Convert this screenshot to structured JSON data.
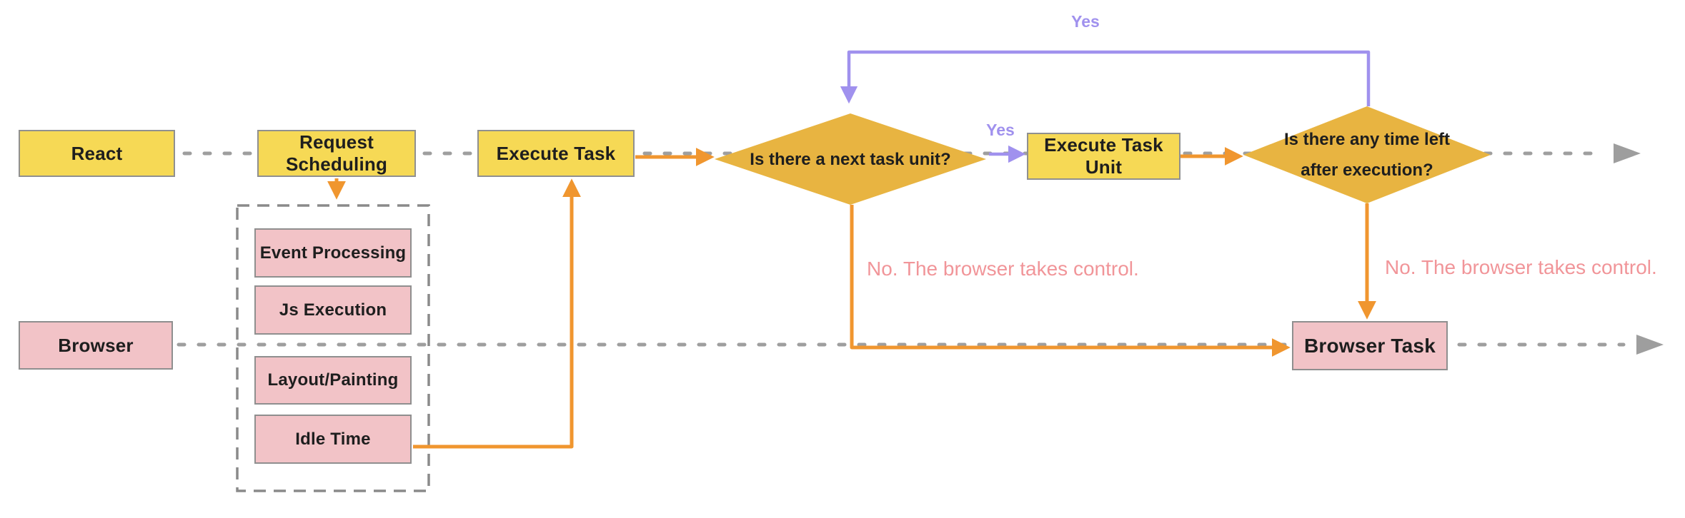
{
  "colors": {
    "yellow-fill": "#F6D955",
    "yellow-border": "#909090",
    "pink-fill": "#F2C3C7",
    "pink-border": "#8F8F8F",
    "gold-fill": "#E8B441",
    "orange-arrow": "#F0962F",
    "purple-arrow": "#A091EE",
    "pink-text": "#F19599",
    "gray-line": "#9E9E9E",
    "container-border": "#8A8A8A",
    "text-dark": "#1E1E1E"
  },
  "lanes": {
    "react": {
      "label": "React"
    },
    "browser": {
      "label": "Browser"
    }
  },
  "nodes": {
    "request_scheduling": {
      "label": "Request Scheduling"
    },
    "execute_task": {
      "label": "Execute Task"
    },
    "execute_task_unit": {
      "label": "Execute Task Unit"
    },
    "browser_task": {
      "label": "Browser Task"
    },
    "event_processing": {
      "label": "Event Processing"
    },
    "js_execution": {
      "label": "Js Execution"
    },
    "layout_painting": {
      "label": "Layout/Painting"
    },
    "idle_time": {
      "label": "Idle Time"
    }
  },
  "decisions": {
    "next_task_unit": {
      "label": "Is there a next task unit?"
    },
    "time_left": {
      "line1": "Is there any time left",
      "line2": "after execution?"
    }
  },
  "edge_labels": {
    "yes_loop": "Yes",
    "yes_next": "Yes",
    "no_left": "No. The browser takes control.",
    "no_right": "No. The browser takes control."
  }
}
